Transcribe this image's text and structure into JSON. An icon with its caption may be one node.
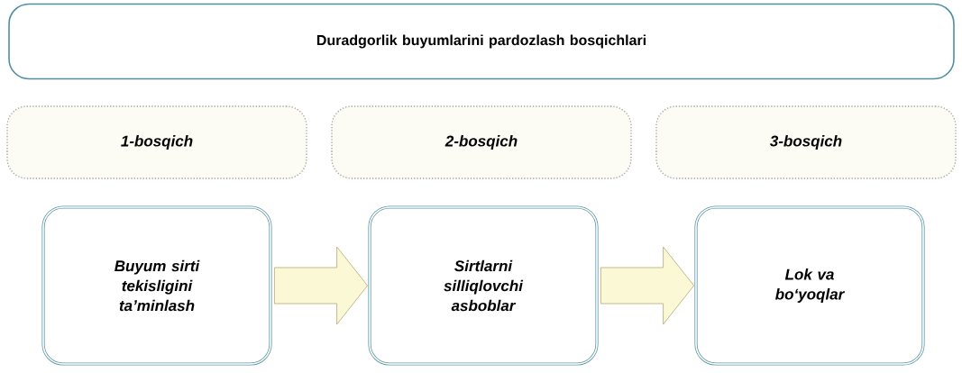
{
  "diagram": {
    "nodes": [
      {
        "text": [
          "Duradgorlik buyumlarini pardozlash bosqichlari"
        ]
      },
      {
        "text": [
          "1-bosqich"
        ]
      },
      {
        "text": [
          "2-bosqich"
        ]
      },
      {
        "text": [
          "3-bosqich"
        ]
      },
      {
        "text": [
          "Buyum sirti tekisligini ta’minlash"
        ]
      },
      {
        "text": [
          "Sirtlarni silliqlovchi asboblar"
        ]
      },
      {
        "text": [
          "Lok va bo‘yoqlar"
        ]
      }
    ],
    "edges": [
      {
        "from": 4,
        "to": 5,
        "arrow": "to"
      },
      {
        "from": 5,
        "to": 6,
        "arrow": "to"
      }
    ]
  }
}
